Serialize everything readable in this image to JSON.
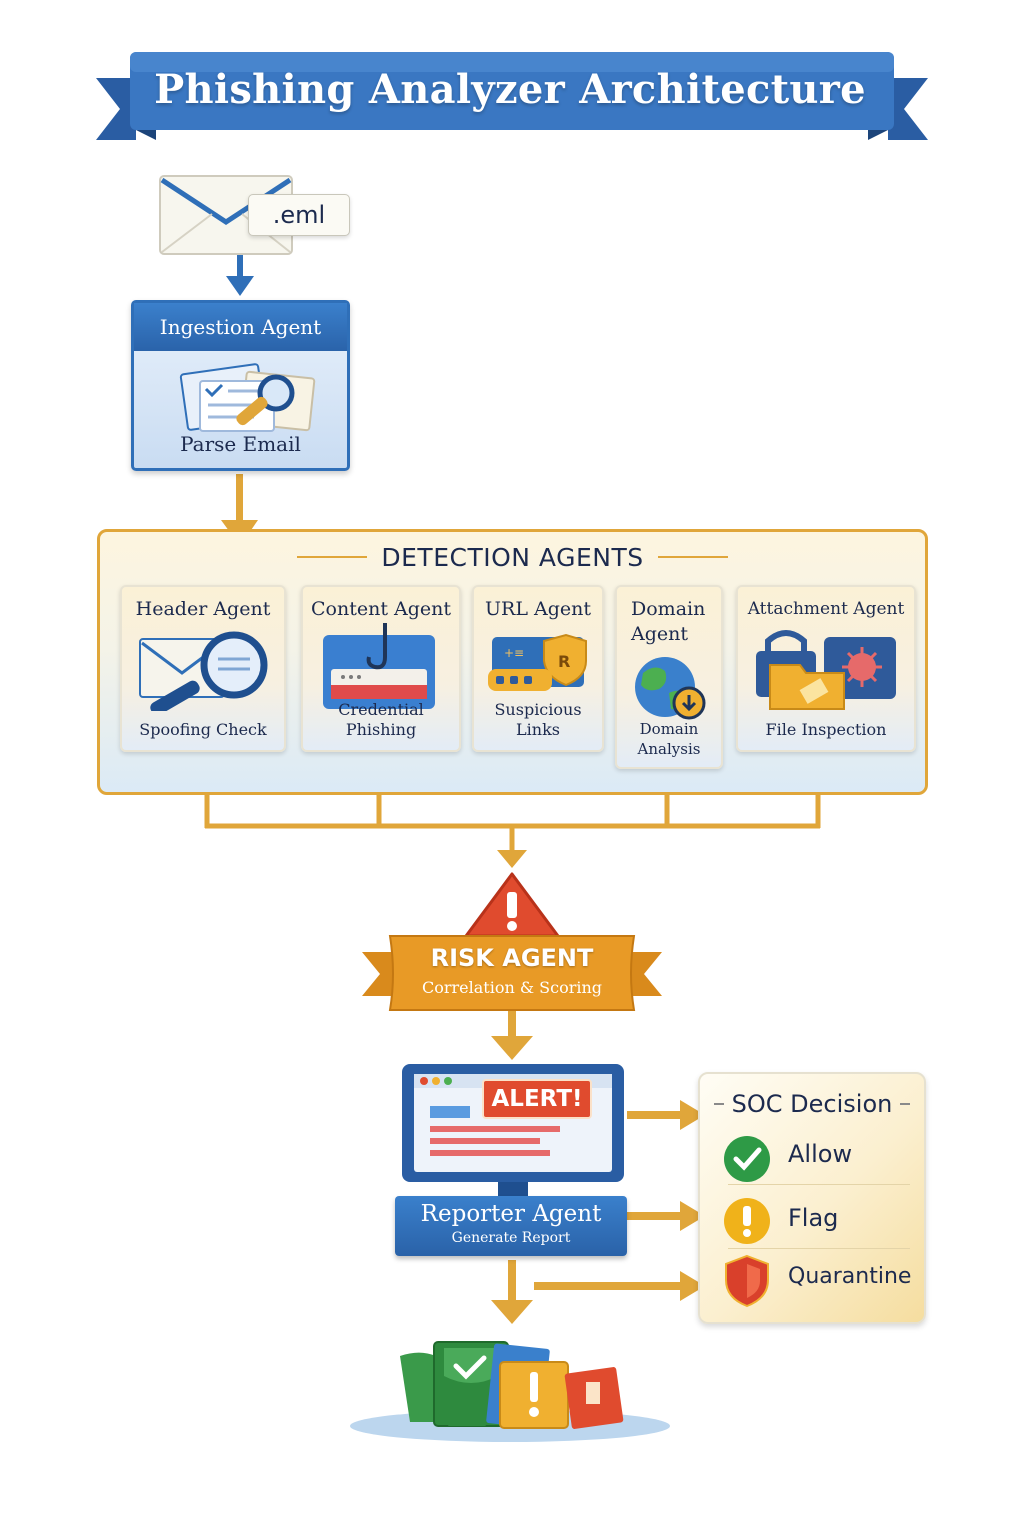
{
  "title": "Phishing Analyzer Architecture",
  "input_file": ".eml",
  "ingestion": {
    "title": "Ingestion Agent",
    "subtitle": "Parse Email"
  },
  "detection": {
    "title": "DETECTION AGENTS",
    "agents": [
      {
        "title": "Header Agent",
        "subtitle": "Spoofing Check",
        "icon": "envelope-magnifier-icon"
      },
      {
        "title": "Content Agent",
        "subtitle": "Credential Phishing",
        "icon": "phishing-hook-icon"
      },
      {
        "title": "URL Agent",
        "subtitle": "Suspicious Links",
        "icon": "link-shield-icon"
      },
      {
        "title": "Domain Agent",
        "subtitle": "Domain Analysis",
        "icon": "globe-icon"
      },
      {
        "title": "Attachment Agent",
        "subtitle": "File Inspection",
        "icon": "folder-malware-icon"
      }
    ]
  },
  "risk": {
    "title": "RISK AGENT",
    "subtitle": "Correlation & Scoring",
    "icon": "warning-triangle-icon"
  },
  "reporter": {
    "title": "Reporter Agent",
    "subtitle": "Generate Report",
    "alert_label": "ALERT!",
    "icon": "monitor-icon"
  },
  "soc": {
    "title": "SOC Decision",
    "options": [
      {
        "label": "Allow",
        "icon": "check-circle-icon",
        "color": "#2e9a46"
      },
      {
        "label": "Flag",
        "icon": "exclamation-circle-icon",
        "color": "#f0b21a"
      },
      {
        "label": "Quarantine",
        "icon": "shield-icon",
        "color": "#d9402b"
      }
    ]
  },
  "output_icon": "report-documents-icon",
  "colors": {
    "primary_blue": "#2f6fb8",
    "accent_orange": "#e0a63a",
    "alert_red": "#e04b2e"
  }
}
